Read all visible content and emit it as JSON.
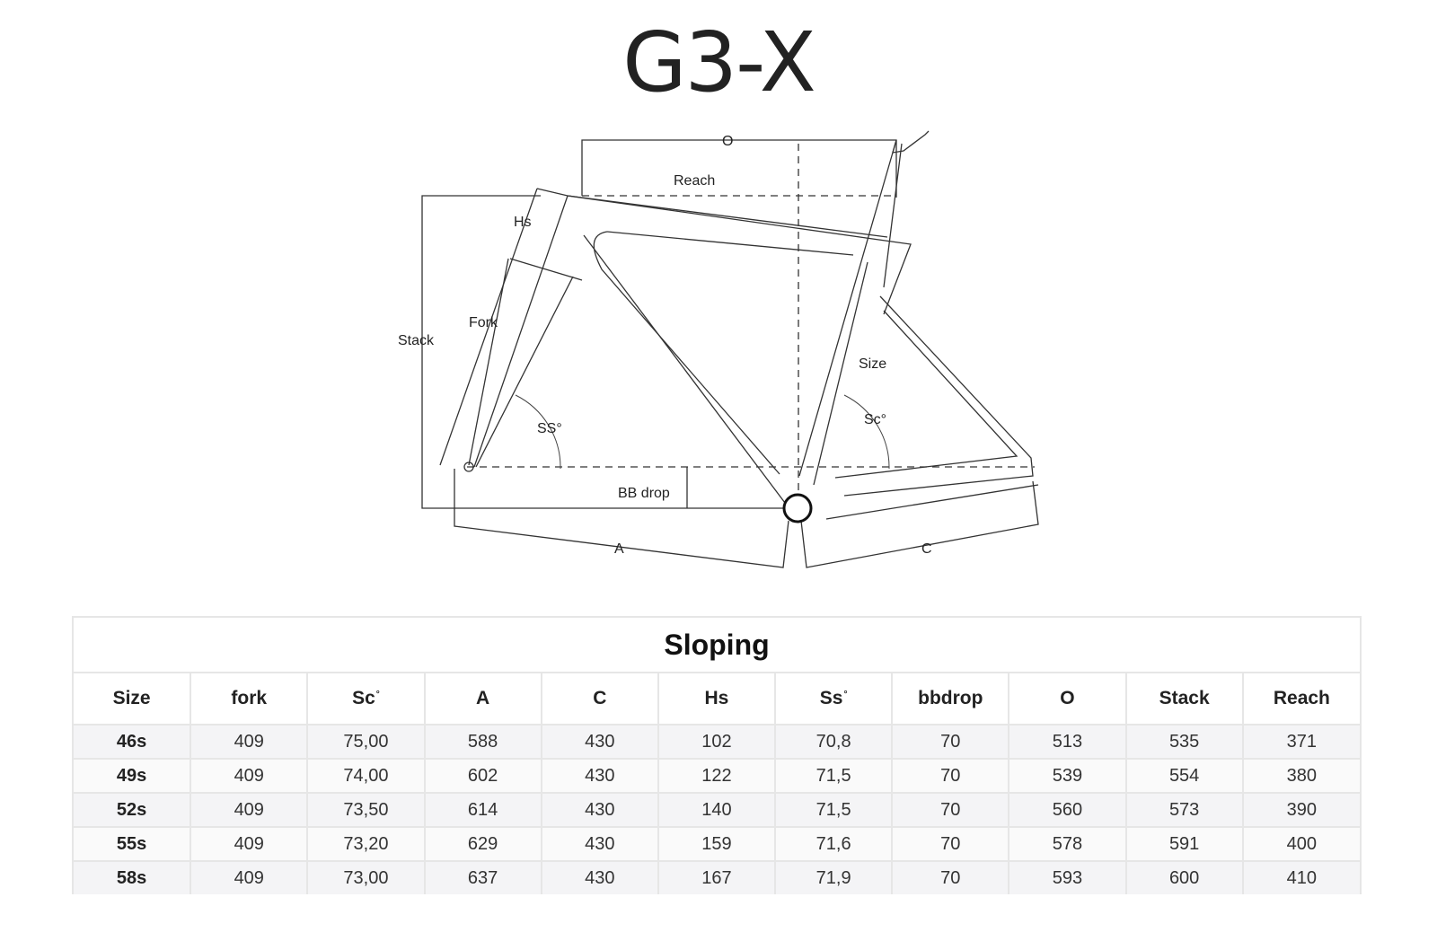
{
  "logo": {
    "text": "G3-X"
  },
  "diagram": {
    "labels": {
      "o": "O",
      "reach": "Reach",
      "hs": "Hs",
      "fork": "Fork",
      "stack": "Stack",
      "size": "Size",
      "ss": "SS°",
      "sc": "Sc°",
      "bb_drop": "BB drop",
      "a": "A",
      "c": "C"
    }
  },
  "table": {
    "title": "Sloping",
    "columns": [
      {
        "label": "Size",
        "deg": ""
      },
      {
        "label": "fork",
        "deg": ""
      },
      {
        "label": "Sc",
        "deg": "°"
      },
      {
        "label": "A",
        "deg": ""
      },
      {
        "label": "C",
        "deg": ""
      },
      {
        "label": "Hs",
        "deg": ""
      },
      {
        "label": "Ss",
        "deg": "°"
      },
      {
        "label": "bbdrop",
        "deg": ""
      },
      {
        "label": "O",
        "deg": ""
      },
      {
        "label": "Stack",
        "deg": ""
      },
      {
        "label": "Reach",
        "deg": ""
      }
    ],
    "rows": [
      [
        "46s",
        "409",
        "75,00",
        "588",
        "430",
        "102",
        "70,8",
        "70",
        "513",
        "535",
        "371"
      ],
      [
        "49s",
        "409",
        "74,00",
        "602",
        "430",
        "122",
        "71,5",
        "70",
        "539",
        "554",
        "380"
      ],
      [
        "52s",
        "409",
        "73,50",
        "614",
        "430",
        "140",
        "71,5",
        "70",
        "560",
        "573",
        "390"
      ],
      [
        "55s",
        "409",
        "73,20",
        "629",
        "430",
        "159",
        "71,6",
        "70",
        "578",
        "591",
        "400"
      ],
      [
        "58s",
        "409",
        "73,00",
        "637",
        "430",
        "167",
        "71,9",
        "70",
        "593",
        "600",
        "410"
      ]
    ]
  }
}
